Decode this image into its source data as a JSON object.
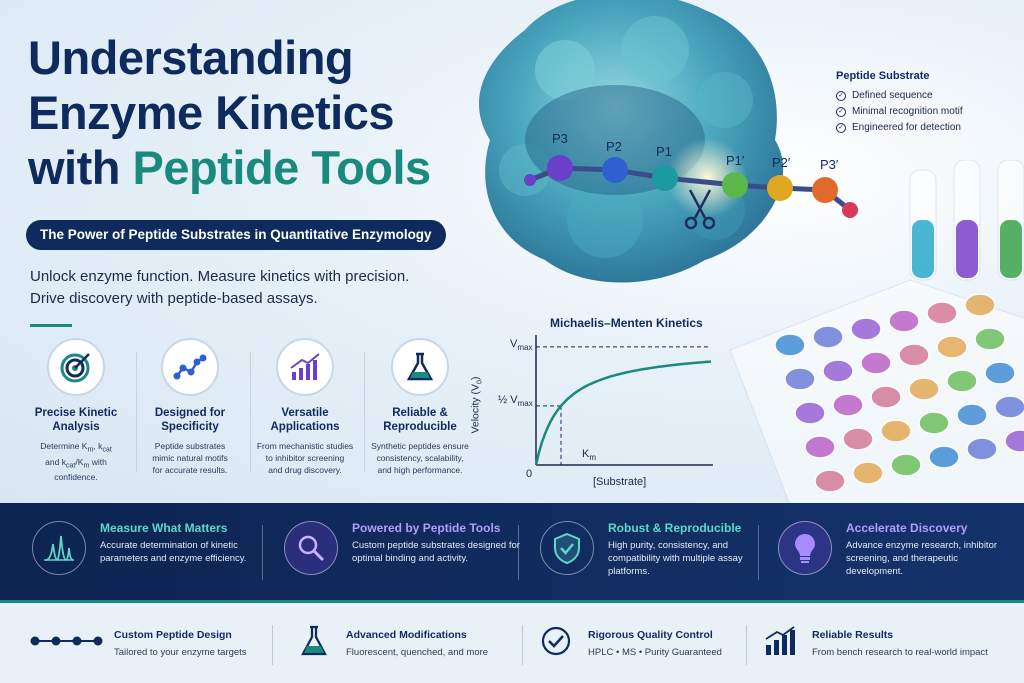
{
  "hero": {
    "title_line1": "Understanding",
    "title_line2": "Enzyme Kinetics",
    "title_line3_prefix": "with",
    "title_line3_accent": "Peptide Tools",
    "subtitle": "The Power of Peptide Substrates in Quantitative Enzymology",
    "tagline_line1": "Unlock enzyme function. Measure kinetics with precision.",
    "tagline_line2": "Drive discovery with peptide-based assays."
  },
  "features": [
    {
      "icon": "target-icon",
      "title1": "Precise Kinetic",
      "title2": "Analysis",
      "desc1": "Determine K",
      "desc_m": "m",
      "desc2": ", k",
      "desc_cat": "cat",
      "desc3": "and k",
      "desc_cat2": "cat",
      "desc4": "/K",
      "desc_m2": "m",
      "desc5": " with",
      "desc6": "confidence."
    },
    {
      "icon": "molecule-chain-icon",
      "title1": "Designed for",
      "title2": "Specificity",
      "desc1": "Peptide substrates",
      "desc2": "mimic natural motifs",
      "desc3": "for accurate results."
    },
    {
      "icon": "growth-chart-icon",
      "title1": "Versatile",
      "title2": "Applications",
      "desc1": "From mechanistic studies",
      "desc2": "to inhibitor screening",
      "desc3": "and drug discovery."
    },
    {
      "icon": "flask-icon",
      "title1": "Reliable &",
      "title2": "Reproducible",
      "desc1": "Synthetic peptides ensure",
      "desc2": "consistency, scalability,",
      "desc3": "and high performance."
    }
  ],
  "substrate": {
    "heading": "Peptide Substrate",
    "items": [
      "Defined sequence",
      "Minimal recognition motif",
      "Engineered for detection"
    ],
    "labels": [
      "P3",
      "P2",
      "P1",
      "P1′",
      "P2′",
      "P3′"
    ],
    "colors": [
      "#6a3fc9",
      "#2f5fd0",
      "#1b9aa0",
      "#5bb84a",
      "#e0a820",
      "#e06a2a"
    ]
  },
  "chart": {
    "title": "Michaelis–Menten Kinetics",
    "vmax": "V",
    "vmax_sub": "max",
    "half_vmax": "½ V",
    "half_vmax_sub": "max",
    "km": "K",
    "km_sub": "m",
    "ylabel": "Velocity (V",
    "ylabel_sub": "0",
    "ylabel_end": ")",
    "xlabel": "[Substrate]",
    "origin": "0"
  },
  "chart_data": {
    "type": "line",
    "title": "Michaelis–Menten Kinetics",
    "xlabel": "[Substrate]",
    "ylabel": "Velocity (V0)",
    "series": [
      {
        "x": [
          0,
          0.5,
          1,
          2,
          3,
          4,
          5,
          6,
          7
        ],
        "y": [
          0,
          0.33,
          0.5,
          0.67,
          0.75,
          0.8,
          0.83,
          0.86,
          0.875
        ]
      }
    ],
    "vmax": 1.0,
    "km": 1.0,
    "xlim": [
      0,
      7
    ],
    "ylim": [
      0,
      1.1
    ],
    "grid": false
  },
  "band": [
    {
      "icon": "peaks-icon",
      "title": "Measure What Matters",
      "desc": "Accurate determination of kinetic parameters and enzyme efficiency."
    },
    {
      "icon": "magnifier-icon",
      "title": "Powered by Peptide Tools",
      "desc": "Custom peptide substrates designed for optimal binding and activity."
    },
    {
      "icon": "shield-check-icon",
      "title": "Robust & Reproducible",
      "desc": "High purity, consistency, and compatibility with multiple assay platforms."
    },
    {
      "icon": "lightbulb-icon",
      "title": "Accelerate Discovery",
      "desc": "Advance enzyme research, inhibitor screening, and therapeutic development."
    }
  ],
  "footer": [
    {
      "icon": "bead-chain-icon",
      "title": "Custom Peptide Design",
      "desc": "Tailored to your enzyme targets"
    },
    {
      "icon": "flask-icon",
      "title": "Advanced Modifications",
      "desc": "Fluorescent, quenched, and more"
    },
    {
      "icon": "check-circle-icon",
      "title": "Rigorous Quality Control",
      "desc": "HPLC • MS • Purity Guaranteed"
    },
    {
      "icon": "bar-chart-icon",
      "title": "Reliable Results",
      "desc": "From bench research to real-world impact"
    }
  ],
  "colors": {
    "navy": "#0f2a5c",
    "teal": "#1a8a7e",
    "band": "#0d2452",
    "band_accent": "#5fd6c7"
  }
}
